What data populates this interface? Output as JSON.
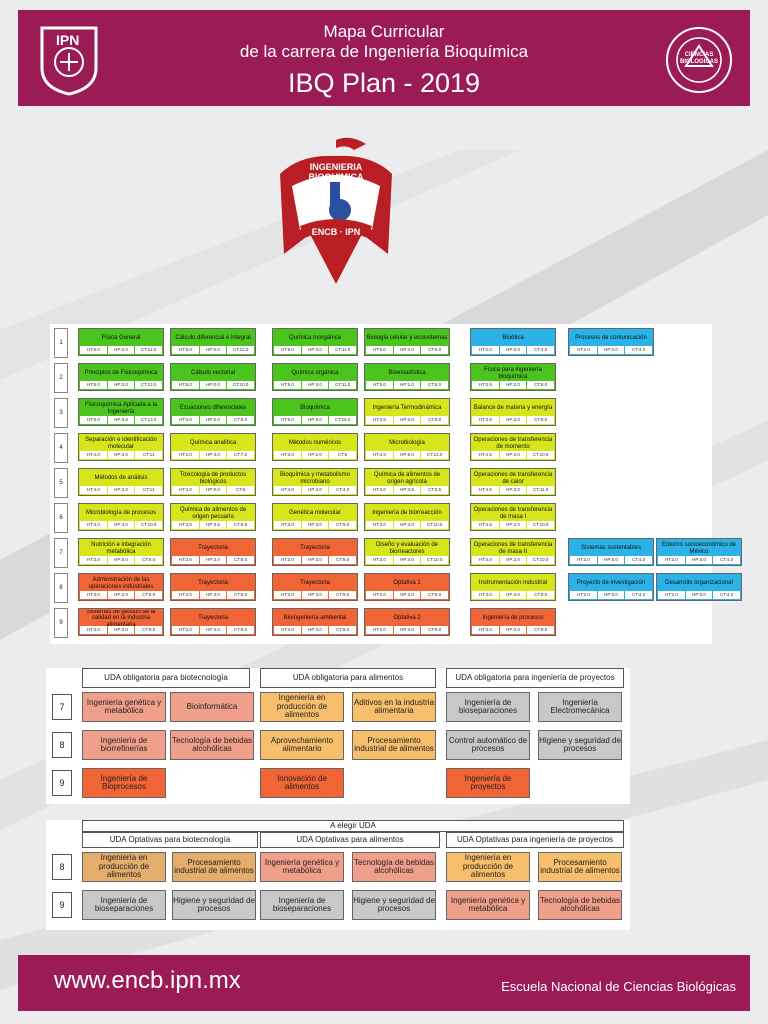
{
  "header": {
    "title_line1": "Mapa Curricular",
    "title_line2": "de la carrera de Ingeniería Bioquímica",
    "plan": "IBQ Plan - 2019"
  },
  "logo": {
    "top_text": "INGENIERIA BIOQUIMICA",
    "bottom_text": "ENCB · IPN"
  },
  "left_seal_text": "IPN",
  "right_seal_text": "CIENCIAS BIOLOGICAS",
  "colors": {
    "brand": "#9b1b56",
    "blue": "#2bb3e8",
    "green": "#4cc41e",
    "yellow": "#d6e61a",
    "orange": "#f06436",
    "lt_orange": "#f7be6b",
    "salmon": "#f0a08a",
    "gray": "#c8c8c8",
    "tan": "#e5ad6b"
  },
  "grid": {
    "rows": [
      {
        "sem": "1",
        "cells": [
          {
            "name": "Física General",
            "c": "green",
            "h": [
              "HT:5.0",
              "HP:2.0",
              "CT:12.0"
            ]
          },
          {
            "name": "Cálculo diferencial e integral",
            "c": "green",
            "h": [
              "HT:5.0",
              "HP:0.0",
              "CT:12.0"
            ]
          },
          {
            "name": "Química Inorgánica",
            "c": "green",
            "h": [
              "HT:5.0",
              "HP:3.0",
              "CT:11.0"
            ]
          },
          {
            "name": "Biología celular y ecosistemas",
            "c": "green",
            "h": [
              "HT:5.0",
              "HP:3.0",
              "CT:6.0"
            ]
          },
          {
            "name": "Bioética",
            "c": "blue",
            "h": [
              "HT:2.0",
              "HP:0.0",
              "CT:4.0"
            ]
          },
          {
            "name": "Procesos de comunicación",
            "c": "blue",
            "h": [
              "HT:2.0",
              "HP:0.0",
              "CT:4.0"
            ]
          }
        ]
      },
      {
        "sem": "2",
        "cells": [
          {
            "name": "Principios de Fisicoquímica",
            "c": "green",
            "h": [
              "HT:5.0",
              "HP:3.0",
              "CT:13.0"
            ]
          },
          {
            "name": "Cálculo vectorial",
            "c": "green",
            "h": [
              "HT:5.0",
              "HP:0.0",
              "CT:10.0"
            ]
          },
          {
            "name": "Química orgánica",
            "c": "green",
            "h": [
              "HT:5.0",
              "HP:4.0",
              "CT:11.0"
            ]
          },
          {
            "name": "Bioestadística",
            "c": "green",
            "h": [
              "HT:5.0",
              "HP:1.0",
              "CT:6.0"
            ]
          },
          {
            "name": "Física para ingeniería bioquímica",
            "c": "green",
            "h": [
              "HT:3.5",
              "HP:2.0",
              "CT:6.0"
            ]
          }
        ]
      },
      {
        "sem": "3",
        "cells": [
          {
            "name": "Fisicoquímica Aplicada a la Ingeniería",
            "c": "green",
            "h": [
              "HT:5.0",
              "HP:3.0",
              "CT:13.0"
            ]
          },
          {
            "name": "Ecuaciones diferenciales",
            "c": "green",
            "h": [
              "HT:4.0",
              "HP:0.0",
              "CT:8.0"
            ]
          },
          {
            "name": "Bioquímica",
            "c": "green",
            "h": [
              "HT:5.0",
              "HP:5.0",
              "CT:15.0"
            ]
          },
          {
            "name": "Ingeniería Termodinámica",
            "c": "yellow",
            "h": [
              "HT:3.5",
              "HP:2.0",
              "CT:9.0"
            ]
          },
          {
            "name": "Balance de materia y energía",
            "c": "yellow",
            "h": [
              "HT:3.5",
              "HP:2.0",
              "CT:9.0"
            ]
          }
        ]
      },
      {
        "sem": "4",
        "cells": [
          {
            "name": "Separación e identificación molecular",
            "c": "yellow",
            "h": [
              "HT:4.0",
              "HP:3.0",
              "CT:11"
            ]
          },
          {
            "name": "Química analítica",
            "c": "yellow",
            "h": [
              "HT:2.0",
              "HP:3.0",
              "CT:7.0"
            ]
          },
          {
            "name": "Métodos numéricos",
            "c": "yellow",
            "h": [
              "HT:3.0",
              "HP:2.0",
              "CT:6"
            ]
          },
          {
            "name": "Microbiología",
            "c": "yellow",
            "h": [
              "HT:4.5",
              "HP:5.0",
              "CT:13.0"
            ]
          },
          {
            "name": "Operaciones de transferencia de momento",
            "c": "yellow",
            "h": [
              "HT:4.5",
              "HP:2.0",
              "CT:10.0"
            ]
          }
        ]
      },
      {
        "sem": "5",
        "cells": [
          {
            "name": "Métodos de análisis",
            "c": "yellow",
            "h": [
              "HT:4.0",
              "HP:3.0",
              "CT:11"
            ]
          },
          {
            "name": "Toxicología de productos biológicos",
            "c": "yellow",
            "h": [
              "HT:3.0",
              "HP:0.0",
              "CT:6"
            ]
          },
          {
            "name": "Bioquímica y metabolismo microbiano",
            "c": "yellow",
            "h": [
              "HT:4.0",
              "HP:4.0",
              "CT:4.0"
            ]
          },
          {
            "name": "Química de alimentos de origen agrícola",
            "c": "yellow",
            "h": [
              "HT:3.0",
              "HP:3.5",
              "CT:9.5"
            ]
          },
          {
            "name": "Operaciones de transferencia de calor",
            "c": "yellow",
            "h": [
              "HT:4.5",
              "HP:2.0",
              "CT:11.0"
            ]
          }
        ]
      },
      {
        "sem": "6",
        "cells": [
          {
            "name": "Microbiología de procesos",
            "c": "yellow",
            "h": [
              "HT:3.0",
              "HP:4.0",
              "CT:10.0"
            ]
          },
          {
            "name": "Química de alimentos de origen pecuario",
            "c": "yellow",
            "h": [
              "HT:3.0",
              "HP:3.5",
              "CT:9.5"
            ]
          },
          {
            "name": "Genética molecular",
            "c": "yellow",
            "h": [
              "HT:3.0",
              "HP:3.0",
              "CT:9.0"
            ]
          },
          {
            "name": "Ingeniería de biorreacción",
            "c": "yellow",
            "h": [
              "HT:3.0",
              "HP:4.0",
              "CT:10.0"
            ]
          },
          {
            "name": "Operaciones de transferencia de masa I",
            "c": "yellow",
            "h": [
              "HT:4.5",
              "HP:2.0",
              "CT:10.0"
            ]
          }
        ]
      },
      {
        "sem": "7",
        "cells": [
          {
            "name": "Nutrición e integración metabólica",
            "c": "yellow",
            "h": [
              "HT:3.0",
              "HP:0.0",
              "CT:6.0"
            ]
          },
          {
            "name": "Trayectoria",
            "c": "orange",
            "h": [
              "HT:3.0",
              "HP:3.0",
              "CT:9.0"
            ]
          },
          {
            "name": "Trayectoria",
            "c": "orange",
            "h": [
              "HT:3.0",
              "HP:3.0",
              "CT:9.0"
            ]
          },
          {
            "name": "Diseño y evaluación de biorreactores",
            "c": "yellow",
            "h": [
              "HT:3.0",
              "HP:4.0",
              "CT:10.0"
            ]
          },
          {
            "name": "Operaciones de transferencia de masa II",
            "c": "yellow",
            "h": [
              "HT:4.0",
              "HP:2.0",
              "CT:10.0"
            ]
          },
          {
            "name": "Sistemas sustentables",
            "c": "blue",
            "h": [
              "HT:2.0",
              "HP:0.0",
              "CT:4.0"
            ]
          },
          {
            "name": "Entorno socioeconómico de México",
            "c": "blue",
            "h": [
              "HT:2.0",
              "HP:0.0",
              "CT:4.0"
            ]
          }
        ]
      },
      {
        "sem": "8",
        "cells": [
          {
            "name": "Administración de las operaciones industriales",
            "c": "orange",
            "h": [
              "HT:3.0",
              "HP:2.0",
              "CT:8.0"
            ]
          },
          {
            "name": "Trayectoria",
            "c": "orange",
            "h": [
              "HT:3.0",
              "HP:3.0",
              "CT:9.0"
            ]
          },
          {
            "name": "Trayectoria",
            "c": "orange",
            "h": [
              "HT:3.0",
              "HP:3.0",
              "CT:9.0"
            ]
          },
          {
            "name": "Optativa 1",
            "c": "orange",
            "h": [
              "HT:3.0",
              "HP:3.0",
              "CT:9.0"
            ]
          },
          {
            "name": "Instrumentación industrial",
            "c": "yellow",
            "h": [
              "HT:3.0",
              "HP:3.0",
              "CT:9.0"
            ]
          },
          {
            "name": "Proyecto de investigación",
            "c": "blue",
            "h": [
              "HT:2.0",
              "HP:0.0",
              "CT:4.0"
            ]
          },
          {
            "name": "Desarrollo organizacional",
            "c": "blue",
            "h": [
              "HT:2.0",
              "HP:0.0",
              "CT:4.0"
            ]
          }
        ]
      },
      {
        "sem": "9",
        "cells": [
          {
            "name": "Sistemas de gestión de la calidad en la industria alimentaria",
            "c": "orange",
            "h": [
              "HT:3.0",
              "HP:3.0",
              "CT:9.0"
            ]
          },
          {
            "name": "Trayectoria",
            "c": "orange",
            "h": [
              "HT:3.0",
              "HP:3.0",
              "CT:9.0"
            ]
          },
          {
            "name": "Bioingeniería ambiental",
            "c": "orange",
            "h": [
              "HT:3.0",
              "HP:3.0",
              "CT:9.0"
            ]
          },
          {
            "name": "Optativa 2",
            "c": "orange",
            "h": [
              "HT:3.0",
              "HP:3.0",
              "CT:9.0"
            ]
          },
          {
            "name": "Ingeniería de procesos",
            "c": "orange",
            "h": [
              "HT:3.0",
              "HP:3.0",
              "CT:9.0"
            ]
          }
        ]
      }
    ]
  },
  "mandatory": {
    "headers": [
      "UDA obligatoria para biotecnología",
      "UDA obligatoria para alimentos",
      "UDA obligatoria para ingeniería de proyectos"
    ],
    "rows": [
      {
        "sem": "7",
        "boxes": [
          {
            "t": "Ingeniería genética y metabólica",
            "c": "salmon"
          },
          {
            "t": "Bioinformática",
            "c": "salmon"
          },
          {
            "t": "Ingeniería en producción de alimentos",
            "c": "lt_orange"
          },
          {
            "t": "Aditivos en la industria alimentaria",
            "c": "lt_orange"
          },
          {
            "t": "Ingeniería de bioseparaciones",
            "c": "gray"
          },
          {
            "t": "Ingeniería Electromecánica",
            "c": "gray"
          }
        ]
      },
      {
        "sem": "8",
        "boxes": [
          {
            "t": "Ingeniería de biorrefinerías",
            "c": "salmon"
          },
          {
            "t": "Tecnología de bebidas alcohólicas",
            "c": "salmon"
          },
          {
            "t": "Aprovechamiento alimentario",
            "c": "lt_orange"
          },
          {
            "t": "Procesamiento industrial de alimentos",
            "c": "lt_orange"
          },
          {
            "t": "Control automático de procesos",
            "c": "gray"
          },
          {
            "t": "Higiene y seguridad de procesos",
            "c": "gray"
          }
        ]
      },
      {
        "sem": "9",
        "boxes": [
          {
            "t": "Ingeniería de Bioprocesos",
            "c": "orange"
          },
          {
            "t": "Innovación de alimentos",
            "c": "orange"
          },
          {
            "t": "Ingeniería de proyectos",
            "c": "orange"
          }
        ]
      }
    ]
  },
  "optional": {
    "title": "A elegir UDA",
    "headers": [
      "UDA Optativas para biotecnología",
      "UDA Optativas para alimentos",
      "UDA Optativas para ingeniería de proyectos"
    ],
    "rows": [
      {
        "sem": "8",
        "boxes": [
          {
            "t": "Ingeniería en producción de alimentos",
            "c": "tan"
          },
          {
            "t": "Procesamiento industrial de alimentos",
            "c": "tan"
          },
          {
            "t": "Ingeniería genética y metabólica",
            "c": "salmon"
          },
          {
            "t": "Tecnología de bebidas alcohólicas",
            "c": "salmon"
          },
          {
            "t": "Ingeniería en producción de alimentos",
            "c": "lt_orange"
          },
          {
            "t": "Procesamiento industrial de alimentos",
            "c": "lt_orange"
          }
        ]
      },
      {
        "sem": "9",
        "boxes": [
          {
            "t": "Ingeniería de bioseparaciones",
            "c": "gray"
          },
          {
            "t": "Higiene y seguridad de procesos",
            "c": "gray"
          },
          {
            "t": "Ingeniería de bioseparaciones",
            "c": "gray"
          },
          {
            "t": "Higiene y seguridad de procesos",
            "c": "gray"
          },
          {
            "t": "Ingeniería genética y metabólica",
            "c": "salmon"
          },
          {
            "t": "Tecnología de bebidas alcohólicas",
            "c": "salmon"
          }
        ]
      }
    ]
  },
  "footer": {
    "url": "www.encb.ipn.mx",
    "school": "Escuela Nacional de Ciencias Biológicas"
  }
}
